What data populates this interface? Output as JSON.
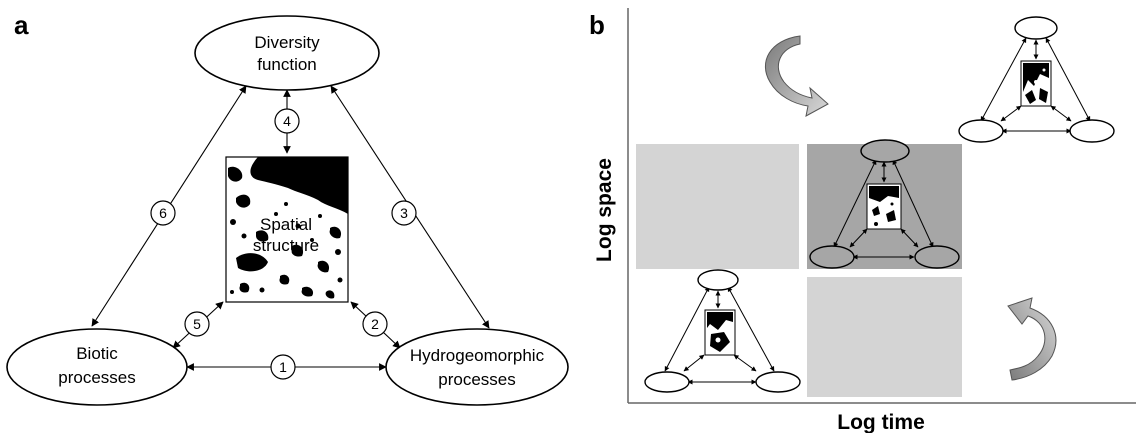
{
  "panel_a": {
    "letter": "a",
    "nodes": {
      "top": {
        "line1": "Diversity",
        "line2": "function"
      },
      "left": {
        "line1": "Biotic",
        "line2": "processes"
      },
      "right": {
        "line1": "Hydrogeomorphic",
        "line2": "processes"
      },
      "center": {
        "line1": "Spatial",
        "line2": "structure"
      }
    },
    "links": [
      "1",
      "2",
      "3",
      "4",
      "5",
      "6"
    ]
  },
  "panel_b": {
    "letter": "b",
    "y_axis_label": "Log space",
    "x_axis_label": "Log time",
    "colors": {
      "light_cell": "#d4d4d4",
      "mid_cell": "#a6a6a6",
      "arrow_fill": "#9a9a9a"
    }
  }
}
